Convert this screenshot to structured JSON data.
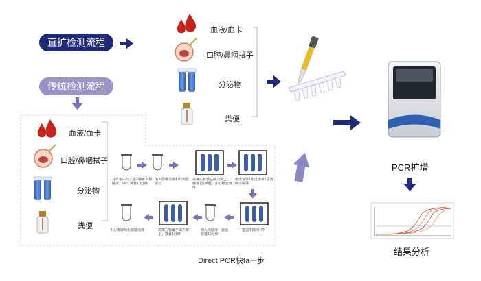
{
  "flows": {
    "direct": "直扩检测流程",
    "traditional": "传统检测流程"
  },
  "samples_direct": [
    "血液/血卡",
    "口腔/鼻咽拭子",
    "分泌物",
    "粪便"
  ],
  "samples_traditional": [
    "血液/血卡",
    "口腔/鼻咽拭子",
    "分泌物",
    "粪便"
  ],
  "traditional_steps": [
    "在样本中加入蛋白酶K和裂解液，56℃孵育10分钟",
    "加入层吸溶液和异丙醇混匀",
    "将离心管放在磁力架上，静置1分钟后，小心移去液体",
    "用洗涤液1和洗涤液2漂洗两次磁珠",
    "室温干燥2分钟",
    "加入洗脱液，室温放置10分钟",
    "将离心管置于磁力架上，静置1分钟",
    "小心吸取纯化核酸溶液"
  ],
  "pcr_label": "PCR扩增",
  "result_label": "结果分析",
  "direct_caption": "Direct PCR快ta一步",
  "colors": {
    "navy": "#1f2a78",
    "lavender": "#9a94c8",
    "blood_red": "#c8241e",
    "tube_blue": "#4a78c8"
  }
}
